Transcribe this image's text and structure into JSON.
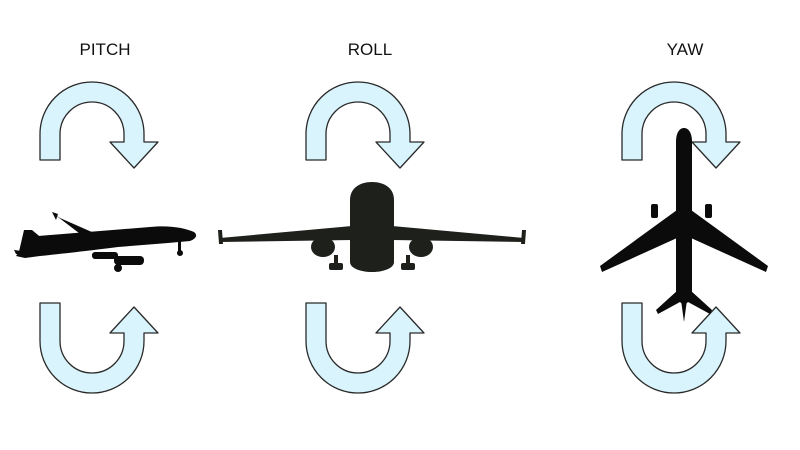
{
  "diagram": {
    "panels": [
      {
        "id": "pitch",
        "label": "PITCH"
      },
      {
        "id": "roll",
        "label": "ROLL"
      },
      {
        "id": "yaw",
        "label": "YAW"
      }
    ],
    "colors": {
      "arrow_fill": "#d9f4fc",
      "arrow_stroke": "#2a2a2a",
      "plane": "#0b0b0b",
      "background": "#ffffff"
    },
    "icons": [
      "curved-arrow-icon",
      "airplane-side-view-icon",
      "airplane-front-view-icon",
      "airplane-top-view-icon"
    ]
  }
}
